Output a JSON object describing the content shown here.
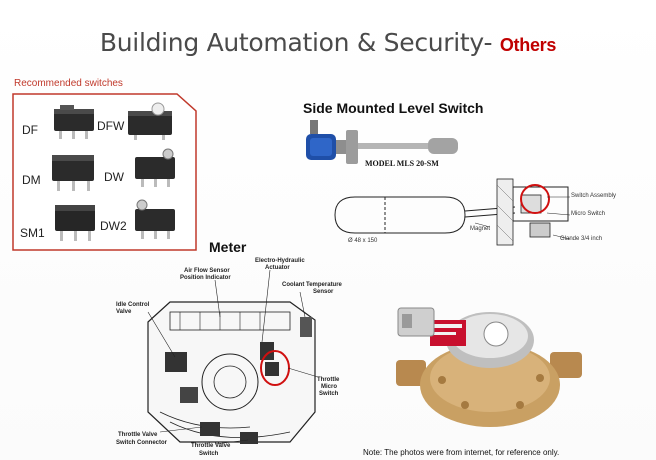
{
  "title": {
    "main": "Building Automation & Security- ",
    "accent": "Others"
  },
  "recommended": {
    "label": "Recommended switches",
    "items": [
      "DF",
      "DFW",
      "DM",
      "DW",
      "SM1",
      "DW2"
    ]
  },
  "level_switch": {
    "title": "Side Mounted Level Switch",
    "model": "MODEL MLS 20-SM",
    "labels": [
      "Switch Assembly",
      "Micro Switch",
      "Magnet",
      "Glande 3/4 inch",
      "Ø 48 x 150"
    ]
  },
  "meter": {
    "title": "Meter",
    "labels": [
      "Air Flow Sensor",
      "Position Indicator",
      "Electro-Hydraulic",
      "Actuator",
      "Coolant Temperature",
      "Sensor",
      "Idle Control",
      "Valve",
      "Throttle",
      "Micro",
      "Switch",
      "Throttle Valve",
      "Switch Connector",
      "Throttle Valve",
      "Switch"
    ]
  },
  "note": "Note: The photos were from internet, for reference only.",
  "colors": {
    "accent": "#c00000",
    "box_border": "#c0392b",
    "pump_blue": "#1f4fa8",
    "brass": "#c9a063"
  }
}
